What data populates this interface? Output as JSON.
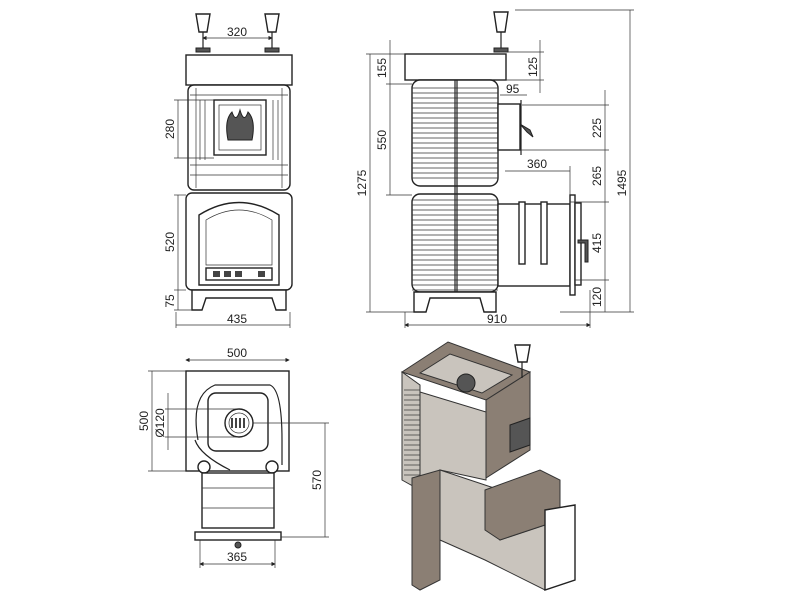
{
  "title": "Stove dimensional drawing",
  "dims": {
    "front_chimney_spacing": "320",
    "front_upper_door_height": "280",
    "front_firebox_height": "520",
    "front_leg_height": "75",
    "front_width": "435",
    "side_cap_height": "155",
    "side_upper_section": "550",
    "side_total_body": "1275",
    "side_chimney_offset": "125",
    "side_door_offset": "95",
    "side_upper_door": "225",
    "side_gap": "265",
    "side_firebox_door": "415",
    "side_base": "120",
    "side_total_height": "1495",
    "side_firebox_depth": "360",
    "side_total_depth": "910",
    "top_width": "500",
    "top_depth": "500",
    "top_flue_diameter": "Ø120",
    "top_flue_to_front": "570",
    "top_firebox_width": "365"
  },
  "colors": {
    "line": "#222222",
    "cutaway_interior": "#c9c4bd",
    "cutaway_shell": "#8b7f74"
  }
}
